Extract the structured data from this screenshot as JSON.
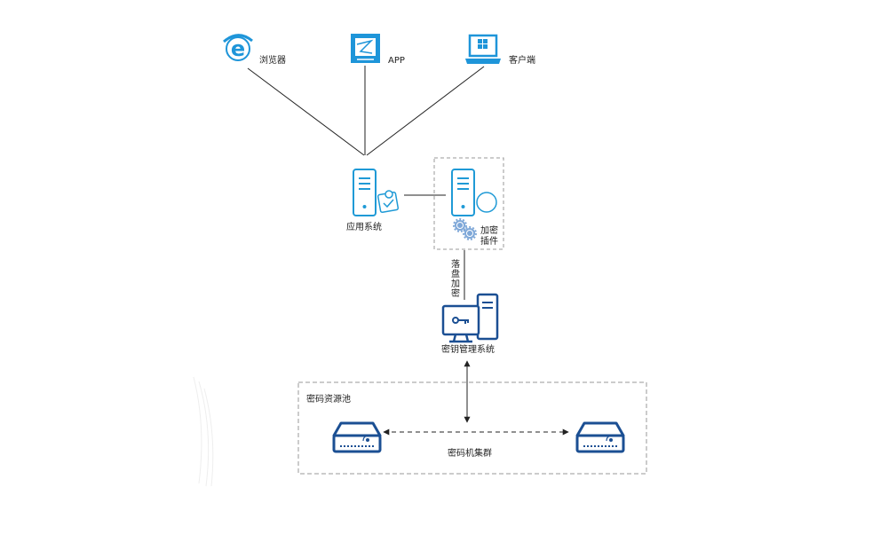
{
  "clients": {
    "browser_label": "浏览器",
    "app_label": "APP",
    "client_label": "客户端"
  },
  "app_system": {
    "label": "应用系统"
  },
  "encrypt_plugin": {
    "label_line1": "加密",
    "label_line2": "插件"
  },
  "link_label": [
    "落",
    "盘",
    "加",
    "密"
  ],
  "kms": {
    "label": "密钥管理系统"
  },
  "pool": {
    "title": "密码资源池",
    "cluster_label": "密码机集群"
  },
  "colors": {
    "light_blue": "#1f9ad6",
    "dark_blue": "#1b4f93",
    "line": "#222222",
    "dash": "#999999"
  }
}
